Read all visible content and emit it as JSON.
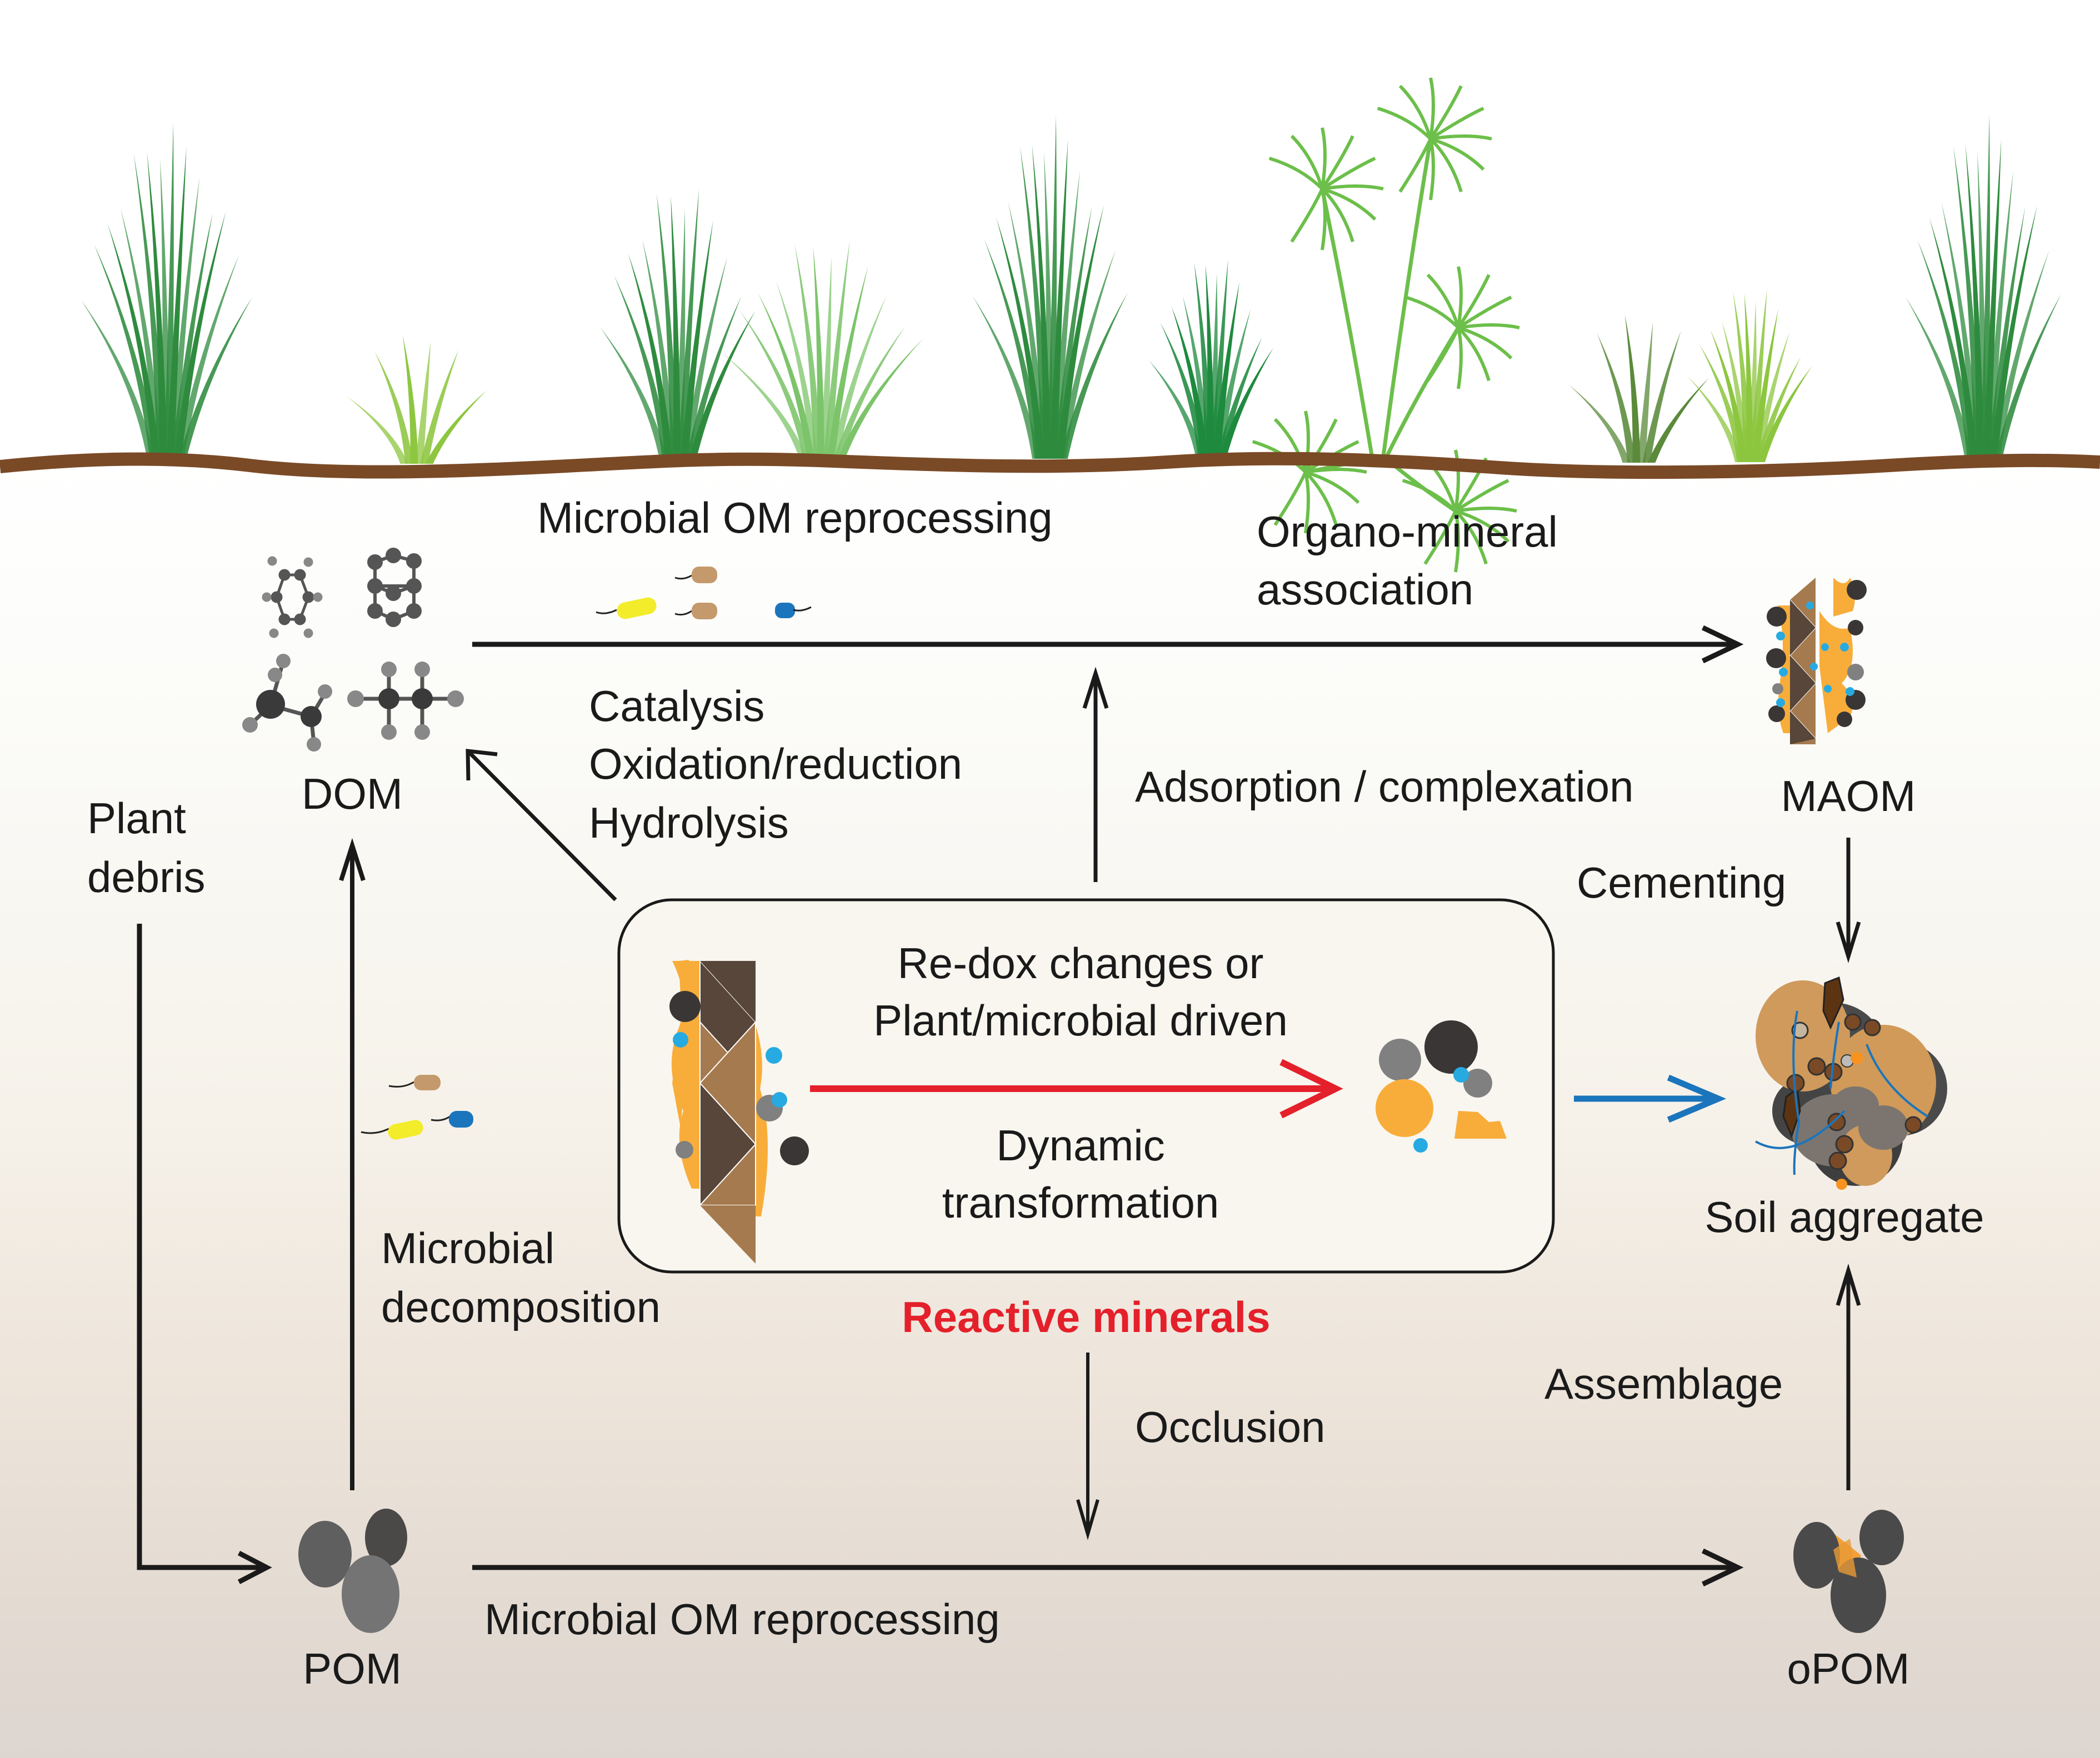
{
  "figure": {
    "topic": "Reactive minerals and soil organic matter pathways",
    "colors": {
      "soil_line": "#7a4a26",
      "arrow": "#1a1a1a",
      "red_arrow": "#e4202a",
      "blue_arrow": "#1b75bc",
      "mineral_orange": "#f8ad3a",
      "mineral_dark": "#574639",
      "mineral_light": "#a57a4e",
      "cation_blue": "#27aae1",
      "grass_dark": "#2e8b3e",
      "grass_light": "#8dc63f"
    }
  },
  "pools": {
    "dom": "DOM",
    "maom": "MAOM",
    "pom": "POM",
    "opom": "oPOM",
    "soil_aggregate": "Soil aggregate",
    "plant_debris": [
      "Plant",
      "debris"
    ]
  },
  "processes": {
    "top_reprocessing": "Microbial OM reprocessing",
    "bottom_reprocessing": "Microbial OM reprocessing",
    "organo_mineral": [
      "Organo-mineral",
      "association"
    ],
    "mineral_reactions": [
      "Catalysis",
      "Oxidation/reduction",
      "Hydrolysis"
    ],
    "adsorption": "Adsorption / complexation",
    "cementing": "Cementing",
    "assemblage": "Assemblage",
    "occlusion": "Occlusion",
    "microbial_decomposition": [
      "Microbial",
      "decomposition"
    ]
  },
  "reactive_box": {
    "top_text": [
      "Re-dox changes or",
      "Plant/microbial driven"
    ],
    "bottom_text": [
      "Dynamic",
      "transformation"
    ],
    "title": "Reactive minerals"
  },
  "icons": {
    "molecules": [
      "benzene-molecule-icon",
      "naphthalene-molecule-icon",
      "branched-molecule-icon",
      "alkane-molecule-icon"
    ],
    "microbes": [
      "yellow-bacterium",
      "tan-bacterium",
      "blue-bacterium"
    ]
  }
}
